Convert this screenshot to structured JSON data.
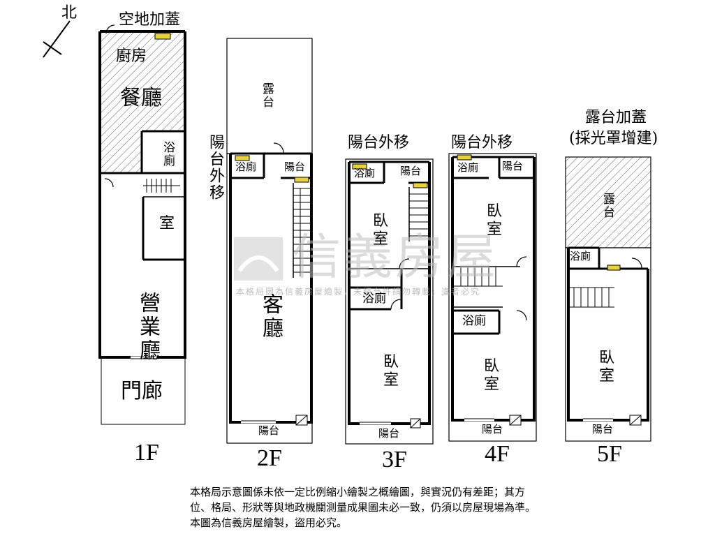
{
  "compass": {
    "label": "北"
  },
  "floors": {
    "f1": {
      "label": "1F",
      "annex": "空地加蓋",
      "kitchen": "廚房",
      "dining": "餐廳",
      "bath": "浴廁",
      "room": "室",
      "business_hall": "營業廳",
      "porch": "門廊"
    },
    "f2": {
      "label": "2F",
      "terrace": "露台",
      "balcony_moved": "陽台外移",
      "bath": "浴廁",
      "balcony": "陽台",
      "living": "客廳",
      "front_balcony": "陽台"
    },
    "f3": {
      "label": "3F",
      "balcony_moved": "陽台外移",
      "bath_top": "浴廁",
      "balcony": "陽台",
      "bedroom_top": "臥室",
      "bath_mid": "浴廁",
      "bedroom_bottom": "臥室",
      "front_balcony": "陽台"
    },
    "f4": {
      "label": "4F",
      "balcony_moved": "陽台外移",
      "bath_top": "浴廁",
      "balcony": "陽台",
      "bedroom_top": "臥室",
      "bath_mid": "浴廁",
      "bedroom_bottom": "臥室",
      "front_balcony": "陽台"
    },
    "f5": {
      "label": "5F",
      "annex": "露台加蓋",
      "annex_note": "(採光罩增建)",
      "terrace": "露台",
      "bath": "浴廁",
      "bedroom": "臥室",
      "front_balcony": "陽台"
    }
  },
  "watermark": {
    "brand": "信義房屋",
    "sub": "本格局圖為信義房屋繪製，未經允許請勿轉載，違者必究"
  },
  "footnote": {
    "line1": "本格局示意圖係未依一定比例縮小繪製之概繪圖，與實況仍有差距；其方",
    "line2": "位、格局、形狀等與地政機關測量成果圖未必一致，仍須以房屋現場為準。",
    "line3": "本圖為信義房屋繪製，盜用必究。"
  }
}
